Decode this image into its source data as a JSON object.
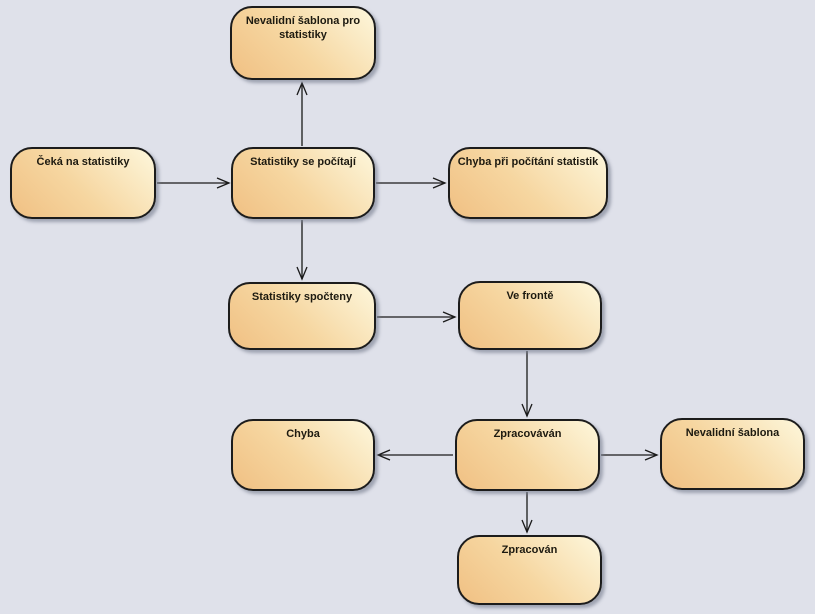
{
  "diagram": {
    "title": "template-processing-state-diagram",
    "background_color": "#dfe1ea",
    "node_fill_dark": "#f0c083",
    "node_fill_light": "#fdf7dc",
    "node_border_color": "#1c1c1c",
    "edge_color": "#1a1a1a",
    "nodes": [
      {
        "id": "invalid-template-stats",
        "label": "Nevalidní šablona pro statistiky"
      },
      {
        "id": "waiting-for-stats",
        "label": "Čeká na statistiky"
      },
      {
        "id": "stats-computing",
        "label": "Statistiky se počítají"
      },
      {
        "id": "stats-error",
        "label": "Chyba při počítání statistik"
      },
      {
        "id": "stats-computed",
        "label": "Statistiky spočteny"
      },
      {
        "id": "in-queue",
        "label": "Ve frontě"
      },
      {
        "id": "error",
        "label": "Chyba"
      },
      {
        "id": "processing",
        "label": "Zpracováván"
      },
      {
        "id": "invalid-template",
        "label": "Nevalidní šablona"
      },
      {
        "id": "processed",
        "label": "Zpracován"
      }
    ],
    "edges": [
      {
        "from": "waiting-for-stats",
        "to": "stats-computing"
      },
      {
        "from": "stats-computing",
        "to": "invalid-template-stats"
      },
      {
        "from": "stats-computing",
        "to": "stats-error"
      },
      {
        "from": "stats-computing",
        "to": "stats-computed"
      },
      {
        "from": "stats-computed",
        "to": "in-queue"
      },
      {
        "from": "in-queue",
        "to": "processing"
      },
      {
        "from": "processing",
        "to": "error"
      },
      {
        "from": "processing",
        "to": "invalid-template"
      },
      {
        "from": "processing",
        "to": "processed"
      }
    ]
  }
}
